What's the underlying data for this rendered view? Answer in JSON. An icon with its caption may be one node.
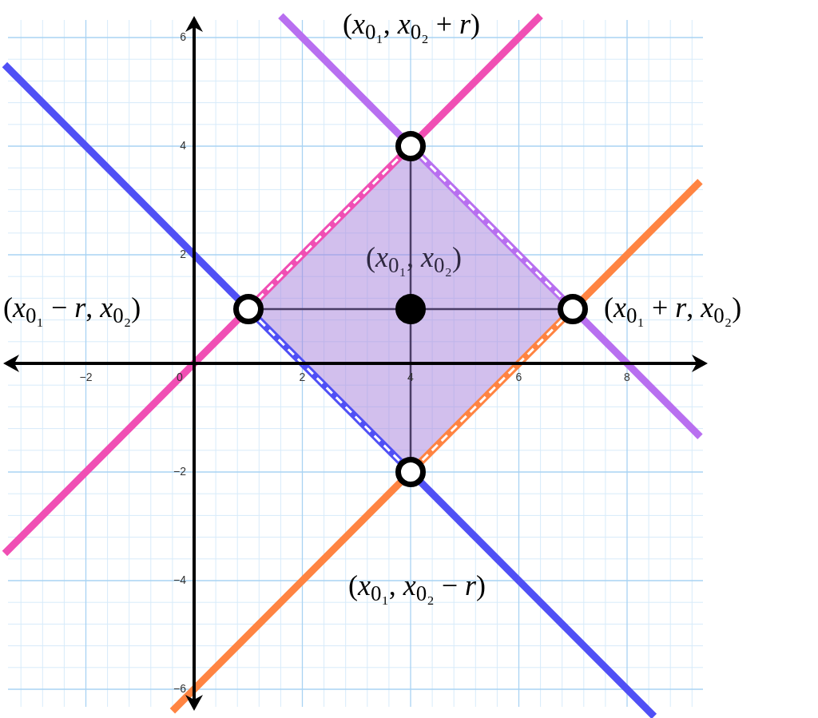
{
  "diagram": {
    "nodes": [
      {
        "text": [],
        "shape": "circle",
        "beside": [
          "(*x*$_{0₁}$, *x*$_{0₂}$ + *r*)"
        ]
      },
      {
        "text": [],
        "shape": "circle",
        "beside": [
          "(*x*$_{0₁}$ − *r*, *x*$_{0₂}$)"
        ]
      },
      {
        "text": [],
        "shape": "circle",
        "beside": [
          "(*x*$_{0₁}$, *x*$_{0₂}$)"
        ]
      },
      {
        "text": [],
        "shape": "circle",
        "beside": [
          "(*x*$_{0₁}$ + *r*, *x*$_{0₂}$)"
        ]
      },
      {
        "text": [],
        "shape": "circle",
        "beside": [
          "(*x*$_{0₁}$, *x*$_{0₂}$ − *r*)"
        ]
      }
    ],
    "edges": [
      {
        "from": 0,
        "to": 2,
        "arrow": "none"
      },
      {
        "from": 2,
        "to": 4,
        "arrow": "none"
      },
      {
        "from": 1,
        "to": 2,
        "arrow": "none"
      },
      {
        "from": 2,
        "to": 3,
        "arrow": "none"
      }
    ],
    "labels": [
      "6",
      "4",
      "2",
      "−2",
      "0",
      "2",
      "4",
      "6",
      "8",
      "−2",
      "−4",
      "−6"
    ]
  }
}
